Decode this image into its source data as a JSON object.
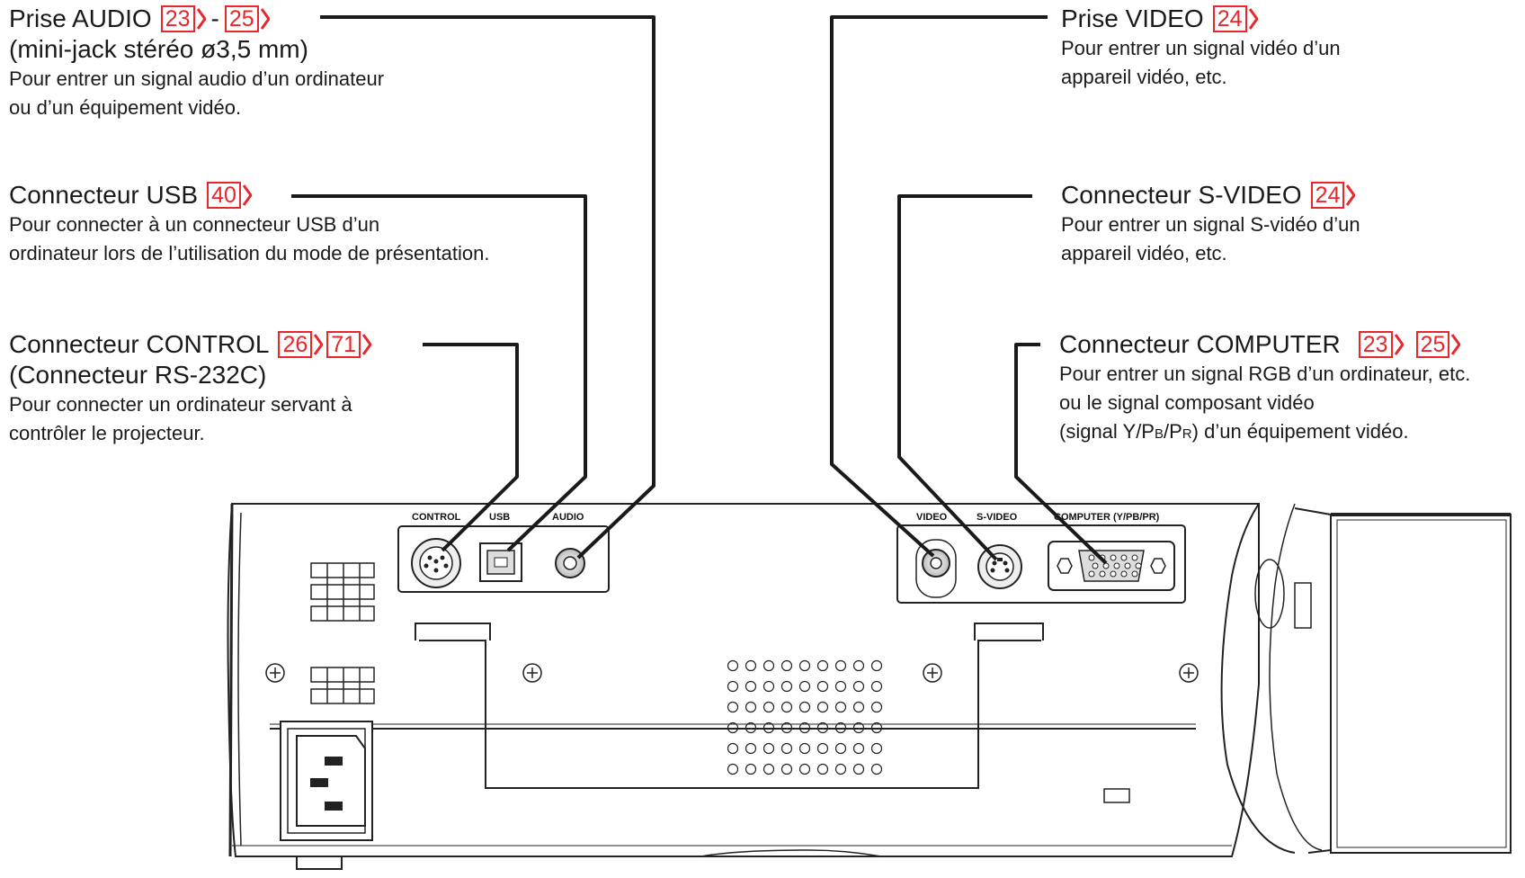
{
  "callouts": {
    "audio": {
      "title": "Prise AUDIO",
      "refs": [
        "23",
        "25"
      ],
      "separator": "-",
      "subtitle": "(mini-jack stéréo ø3,5 mm)",
      "desc": [
        "Pour entrer un signal audio d’un ordinateur",
        "ou d’un équipement vidéo."
      ]
    },
    "usb": {
      "title": "Connecteur USB",
      "refs": [
        "40"
      ],
      "desc": [
        "Pour connecter à un connecteur USB d’un",
        "ordinateur lors de l’utilisation du mode de présentation."
      ]
    },
    "control": {
      "title": "Connecteur CONTROL",
      "refs": [
        "26",
        "71"
      ],
      "subtitle": "(Connecteur RS-232C)",
      "desc": [
        "Pour connecter un ordinateur servant à",
        "contrôler le projecteur."
      ]
    },
    "video": {
      "title": "Prise VIDEO",
      "refs": [
        "24"
      ],
      "desc": [
        "Pour entrer un signal vidéo d’un",
        "appareil vidéo, etc."
      ]
    },
    "svideo": {
      "title": "Connecteur S-VIDEO",
      "refs": [
        "24"
      ],
      "desc": [
        "Pour entrer un signal S-vidéo d’un",
        "appareil vidéo, etc."
      ]
    },
    "computer": {
      "title": "Connecteur COMPUTER",
      "refs": [
        "23",
        "25"
      ],
      "desc_line1": "Pour entrer un signal RGB d’un ordinateur, etc.",
      "desc_line2": "ou le signal composant vidéo",
      "desc_line3_pre": "(signal Y/P",
      "desc_line3_b": "B",
      "desc_line3_mid": "/P",
      "desc_line3_r": "R",
      "desc_line3_post": ") d’un équipement vidéo."
    }
  },
  "panel_labels": {
    "control": "CONTROL",
    "usb": "USB",
    "audio": "AUDIO",
    "video": "VIDEO",
    "svideo": "S-VIDEO",
    "computer": "COMPUTER (Y/PB/PR)"
  },
  "colors": {
    "ref": "#e8262c",
    "line": "#1a1a1a"
  }
}
